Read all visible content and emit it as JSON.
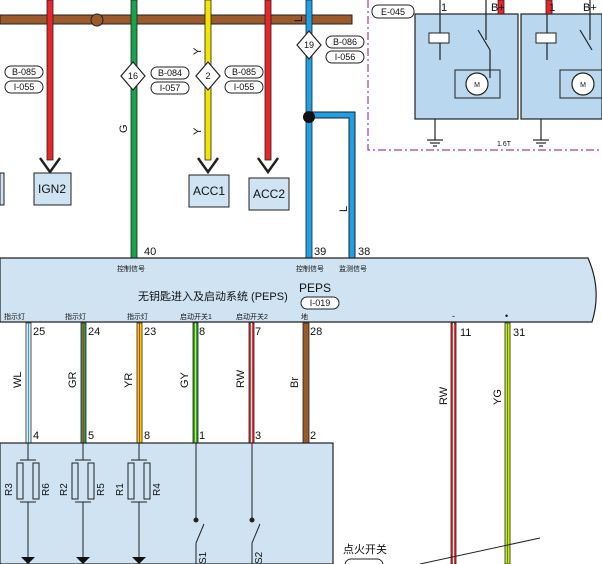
{
  "colors": {
    "red": "#e8262a",
    "green": "#16a34a",
    "yellow": "#f5e400",
    "blue": "#1e9fe6",
    "white_wire": "#f4f4f4",
    "brown": "#9a5a2a",
    "module_fill": "#cfe3f2",
    "relay_fill": "#b9d7ee",
    "dashed_frame": "#a03d9a",
    "wire_outline": "#222222"
  },
  "top_right": {
    "connector": "E-045",
    "pin_1": "1",
    "pin_bplus": "B+",
    "pin_1b": "1",
    "pin_bplus_b": "B+",
    "motor_1": "M",
    "motor_2": "M",
    "ground_label": "1.6T"
  },
  "splices": [
    {
      "number": "16",
      "conn_a": "B-084",
      "conn_b": "I-057"
    },
    {
      "number": "2",
      "conn_a": "B-085",
      "conn_b": "I-055"
    },
    {
      "number": "19",
      "conn_a": "B-086",
      "conn_b": "I-056"
    }
  ],
  "left_connector": {
    "conn_a": "B-085",
    "conn_b": "I-055"
  },
  "wire_codes": {
    "g": "G",
    "y_upper": "Y",
    "y_lower": "Y",
    "l_upper": "L",
    "l_lower": "L"
  },
  "fuse_labels": {
    "ign2": "IGN2",
    "acc1": "ACC1",
    "acc2": "ACC2"
  },
  "module": {
    "title": "无钥匙进入及启动系统 (PEPS)",
    "name": "PEPS",
    "connector": "I-019",
    "top_pins": [
      {
        "pin": "40",
        "signal": "控制信号"
      },
      {
        "pin": "39",
        "signal": "控制信号"
      },
      {
        "pin": "38",
        "signal": "监测信号"
      }
    ],
    "bottom_pins": [
      {
        "pin": "25",
        "signal": "指示灯",
        "wire": "WL",
        "far_pin": "4"
      },
      {
        "pin": "24",
        "signal": "指示灯",
        "wire": "GR",
        "far_pin": "5"
      },
      {
        "pin": "23",
        "signal": "指示灯",
        "wire": "YR",
        "far_pin": "8"
      },
      {
        "pin": "8",
        "signal": "启动开关1",
        "wire": "GY",
        "far_pin": "1"
      },
      {
        "pin": "7",
        "signal": "启动开关2",
        "wire": "RW",
        "far_pin": "3"
      },
      {
        "pin": "28",
        "signal": "地",
        "wire": "Br",
        "far_pin": "2"
      }
    ]
  },
  "right_wires": [
    {
      "pin": "11",
      "wire": "RW",
      "mark": "-"
    },
    {
      "pin": "31",
      "wire": "YG",
      "mark": "•"
    }
  ],
  "switch_module": {
    "resistors": [
      "R3",
      "R6",
      "R2",
      "R5",
      "R1",
      "R4"
    ],
    "switches": [
      "S1",
      "S2"
    ]
  },
  "ignition_switch_label": "点火开关"
}
